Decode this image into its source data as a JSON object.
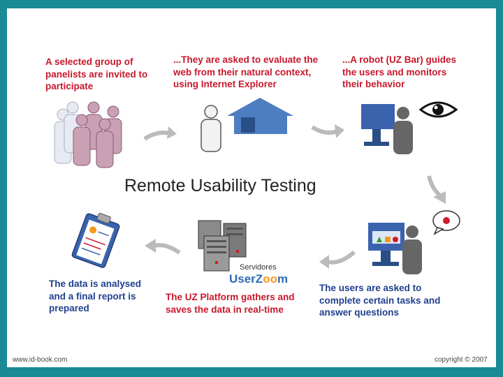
{
  "title": "Remote Usability Testing",
  "steps": [
    {
      "text": "A selected group of panelists are invited to participate",
      "color": "#c8172b"
    },
    {
      "text": "...They are asked to evaluate the web from their natural context, using Internet Explorer",
      "color": "#c8172b"
    },
    {
      "text": "...A robot (UZ Bar) guides the users and monitors their behavior",
      "color": "#c8172b"
    },
    {
      "text": "The users are asked to complete certain tasks and answer questions",
      "color": "#1f3f8e"
    },
    {
      "text": "The UZ Platform gathers and saves the data in real-time",
      "color": "#c8172b"
    },
    {
      "text": "The data is analysed and a final report is prepared",
      "color": "#1f3f8e"
    }
  ],
  "servers": {
    "label": "Servidores",
    "logo_main": "UserZ",
    "logo_oo": "oo",
    "logo_end": "m"
  },
  "footer": {
    "left": "www.id-book.com",
    "right": "copyright © 2007"
  }
}
